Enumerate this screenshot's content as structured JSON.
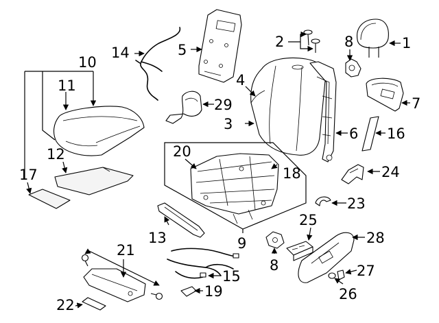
{
  "callouts": {
    "c1": "1",
    "c2": "2",
    "c3": "3",
    "c4": "4",
    "c5": "5",
    "c6": "6",
    "c7": "7",
    "c8a": "8",
    "c8b": "8",
    "c9": "9",
    "c10": "10",
    "c11": "11",
    "c12": "12",
    "c13": "13",
    "c14": "14",
    "c15": "15",
    "c16": "16",
    "c17": "17",
    "c18": "18",
    "c19": "19",
    "c20": "20",
    "c21": "21",
    "c22": "22",
    "c23": "23",
    "c24": "24",
    "c25": "25",
    "c26": "26",
    "c27": "27",
    "c28": "28",
    "c29": "29"
  }
}
